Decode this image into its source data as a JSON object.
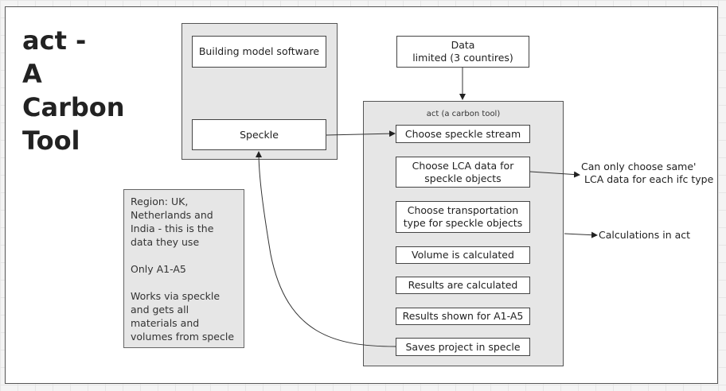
{
  "title_lines": [
    "act -",
    "A",
    "Carbon",
    "Tool"
  ],
  "software_group": {
    "building_model": "Building model software",
    "speckle": "Speckle"
  },
  "data_box": {
    "line1": "Data",
    "line2": "limited (3 countires)"
  },
  "act_group": {
    "title": "act (a carbon tool)",
    "steps": [
      "Choose speckle stream",
      "Choose LCA data for speckle objects",
      "Choose transportation type for speckle objects",
      "Volume is calculated",
      "Results are calculated",
      "Results shown for A1-A5",
      "Saves project in specle"
    ]
  },
  "note": {
    "p1": "Region: UK, Netherlands and India - this is the data they use",
    "p2": "Only A1-A5",
    "p3": "Works via speckle and gets all materials and volumes from specle"
  },
  "annotations": {
    "lca_constraint_line1": "Can only choose same'",
    "lca_constraint_line2": "LCA data for each ifc type",
    "calculations": "Calculations in act"
  }
}
